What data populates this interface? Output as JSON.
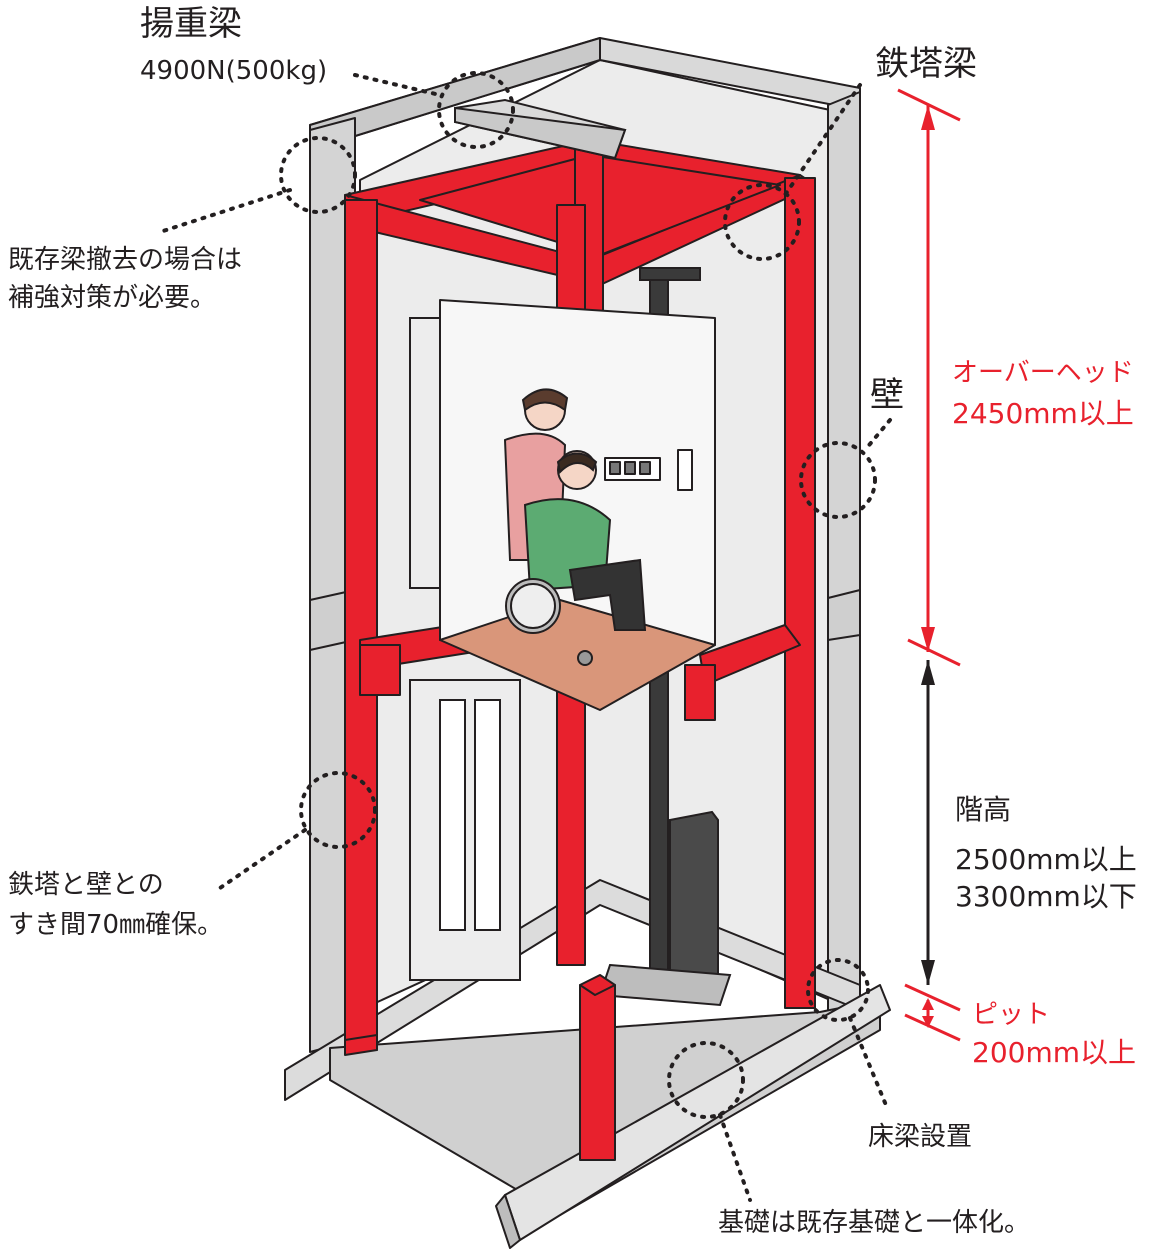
{
  "labels": {
    "hoist_beam": "揚重梁",
    "hoist_load": "4900N(500kg)",
    "tower_beam": "鉄塔梁",
    "beam_removal_1": "既存梁撤去の場合は",
    "beam_removal_2": "補強対策が必要。",
    "wall": "壁",
    "overhead": "オーバーヘッド",
    "overhead_value": "2450mm以上",
    "floor_height": "階高",
    "floor_height_min": "2500mm以上",
    "floor_height_max": "3300mm以下",
    "clearance_1": "鉄塔と壁との",
    "clearance_2": "すき間70㎜確保。",
    "pit": "ピット",
    "pit_value": "200mm以上",
    "floor_beam": "床梁設置",
    "foundation": "基礎は既存基礎と一体化。"
  },
  "colors": {
    "frame_red": "#e8212d",
    "dimension_red": "#e8212d",
    "wall_gray": "#e6e6e6",
    "floor_tan": "#d9967a",
    "text": "#231f20"
  },
  "icons": {
    "passenger_standing": "caregiver-figure",
    "passenger_wheelchair": "wheelchair-user-figure",
    "control_panel": "call-button-panel",
    "intercom": "intercom-handset"
  }
}
